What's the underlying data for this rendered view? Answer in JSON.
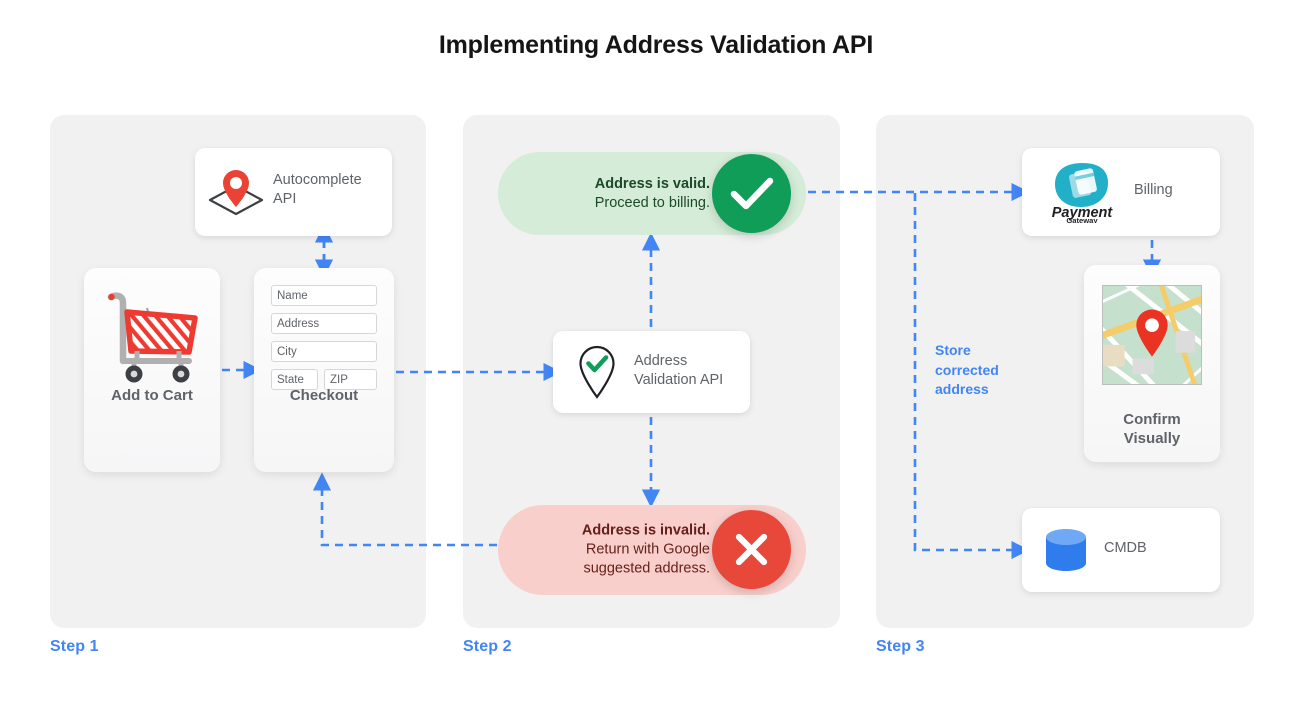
{
  "page": {
    "title": "Implementing Address Validation API",
    "accent_blue": "#4285f4",
    "valid_green": "#0f9d58",
    "invalid_red": "#e8483a",
    "panel_bg": "#f1f1f1"
  },
  "steps": [
    {
      "label": "Step 1"
    },
    {
      "label": "Step 2"
    },
    {
      "label": "Step 3"
    }
  ],
  "step1": {
    "autocomplete": {
      "label": "Autocomplete API",
      "icon": "map-pin-diamond-icon"
    },
    "cart": {
      "label": "Add to Cart",
      "icon": "shopping-cart-icon"
    },
    "checkout": {
      "label": "Checkout",
      "fields": [
        {
          "name": "name-field",
          "placeholder": "Name"
        },
        {
          "name": "address-field",
          "placeholder": "Address"
        },
        {
          "name": "city-field",
          "placeholder": "City"
        },
        {
          "name": "state-field",
          "placeholder": "State"
        },
        {
          "name": "zip-field",
          "placeholder": "ZIP"
        }
      ]
    }
  },
  "step2": {
    "valid": {
      "line1": "Address is valid.",
      "line2": "Proceed to billing.",
      "badge_icon": "check-icon",
      "color": "#0f9d58"
    },
    "validation_api": {
      "line1": "Address",
      "line2": "Validation API",
      "icon": "pin-check-icon"
    },
    "invalid": {
      "line1": "Address is invalid.",
      "line2": "Return with Google",
      "line3": "suggested address.",
      "badge_icon": "close-icon",
      "color": "#e8483a"
    }
  },
  "step3": {
    "billing": {
      "label": "Billing",
      "logo_primary": "Payment",
      "logo_secondary": "Gateway",
      "icon": "payment-gateway-logo"
    },
    "map": {
      "line1": "Confirm",
      "line2": "Visually",
      "icon": "map-thumbnail-icon"
    },
    "cmdb": {
      "label": "CMDB",
      "icon": "database-cylinder-icon"
    },
    "annotation": {
      "line1": "Store",
      "line2": "corrected",
      "line3": "address"
    }
  }
}
